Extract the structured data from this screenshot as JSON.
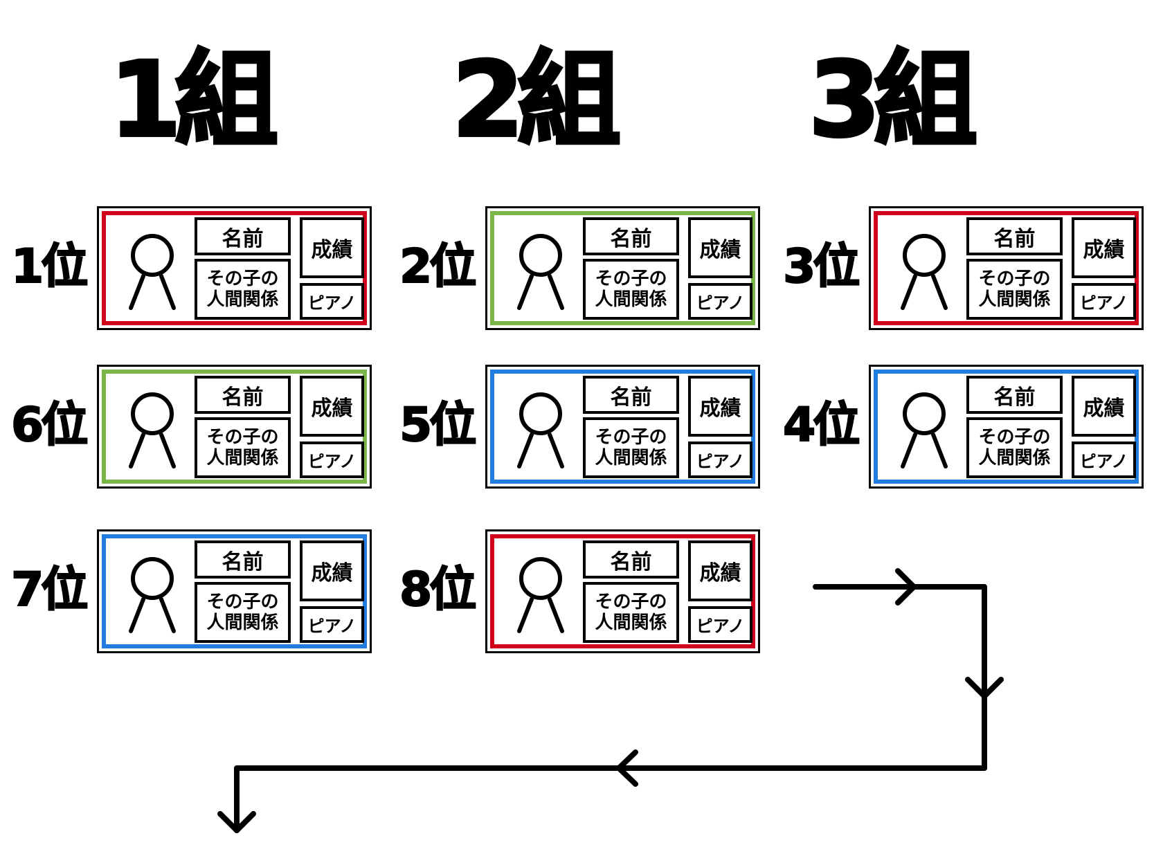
{
  "groups": [
    {
      "title": "1組"
    },
    {
      "title": "2組"
    },
    {
      "title": "3組"
    }
  ],
  "colors": {
    "red": "#d0021b",
    "green": "#7ab648",
    "blue": "#1f7ee0"
  },
  "card_fields": {
    "name": "名前",
    "relationship": "その子の\n人間関係",
    "score": "成績",
    "piano": "ピアノ"
  },
  "icons": {
    "avatar": "person-icon",
    "flow": "arrow-path"
  },
  "ranks": [
    {
      "label": "1位",
      "group": 1,
      "row": 1,
      "color": "red"
    },
    {
      "label": "2位",
      "group": 2,
      "row": 1,
      "color": "green"
    },
    {
      "label": "3位",
      "group": 3,
      "row": 1,
      "color": "red"
    },
    {
      "label": "6位",
      "group": 1,
      "row": 2,
      "color": "green"
    },
    {
      "label": "5位",
      "group": 2,
      "row": 2,
      "color": "blue"
    },
    {
      "label": "4位",
      "group": 3,
      "row": 2,
      "color": "blue"
    },
    {
      "label": "7位",
      "group": 1,
      "row": 3,
      "color": "blue"
    },
    {
      "label": "8位",
      "group": 2,
      "row": 3,
      "color": "red"
    }
  ]
}
